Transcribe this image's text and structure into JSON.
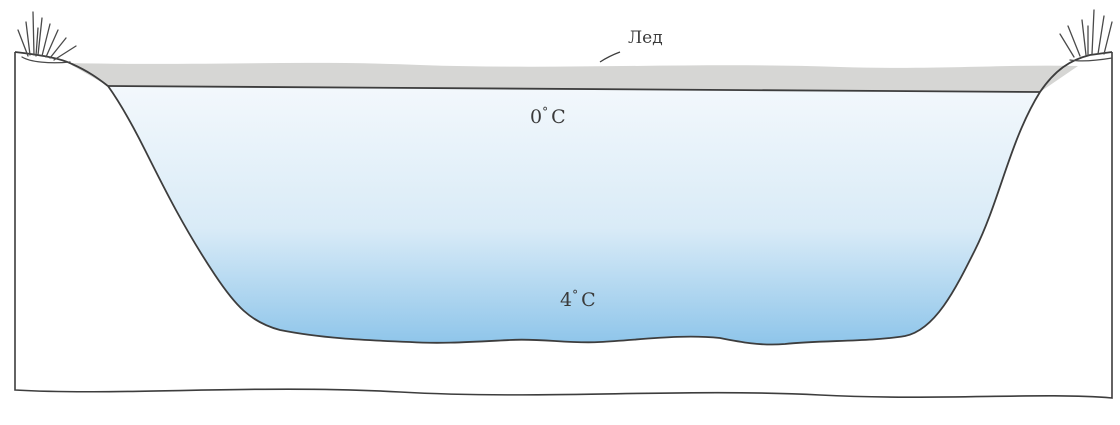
{
  "diagram": {
    "ice_label": "Лед",
    "surface_temperature": {
      "value": "0",
      "degree": "°",
      "unit": "С"
    },
    "bottom_temperature": {
      "value": "4",
      "degree": "°",
      "unit": "С"
    }
  },
  "colors": {
    "water_top": "#f3f8fc",
    "water_mid": "#d9ebf7",
    "water_bottom": "#8ec5ea",
    "ice": "#d6d6d4",
    "ground_line": "#3d3d3d",
    "grass": "#4a4a4a"
  }
}
